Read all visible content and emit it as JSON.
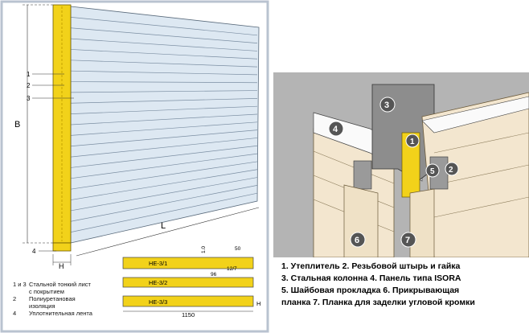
{
  "left_figure": {
    "dim_B": "B",
    "dim_L": "L",
    "dim_H": "H",
    "callouts": [
      "1",
      "2",
      "3",
      "4"
    ],
    "profiles": [
      {
        "label": "HE-3/1"
      },
      {
        "label": "HE-3/2"
      },
      {
        "label": "HE-3/3"
      }
    ],
    "profile_dims": {
      "d1": "1.0",
      "d2": "50",
      "d3": "12/7",
      "d4": "96",
      "d5": "1150",
      "d6": "H"
    },
    "legend": [
      {
        "num": "1 и 3",
        "text": "Стальной тонкий лист"
      },
      {
        "num": "",
        "text": "с покрытием"
      },
      {
        "num": "2",
        "text": "Полиуретановая"
      },
      {
        "num": "",
        "text": "изоляция"
      },
      {
        "num": "4",
        "text": "Уплотнительная лента"
      }
    ]
  },
  "right_figure": {
    "markers": [
      "1",
      "2",
      "3",
      "4",
      "5",
      "6",
      "7"
    ],
    "caption": [
      "1. Утеплитель  2. Резьбовой штырь и гайка",
      "3. Стальная колонна  4. Панель типа ISORA",
      "5. Шайбовая прокладка  6. Прикрывающая",
      "планка  7. Планка для заделки угловой кромки"
    ]
  },
  "colors": {
    "insulation_yellow": "#f2d21a",
    "panel_blue": "#c9dbea",
    "steel_gray": "#8d8d8d",
    "panel_cream": "#f3e6cf",
    "frame_gray": "#b4b4b4"
  }
}
